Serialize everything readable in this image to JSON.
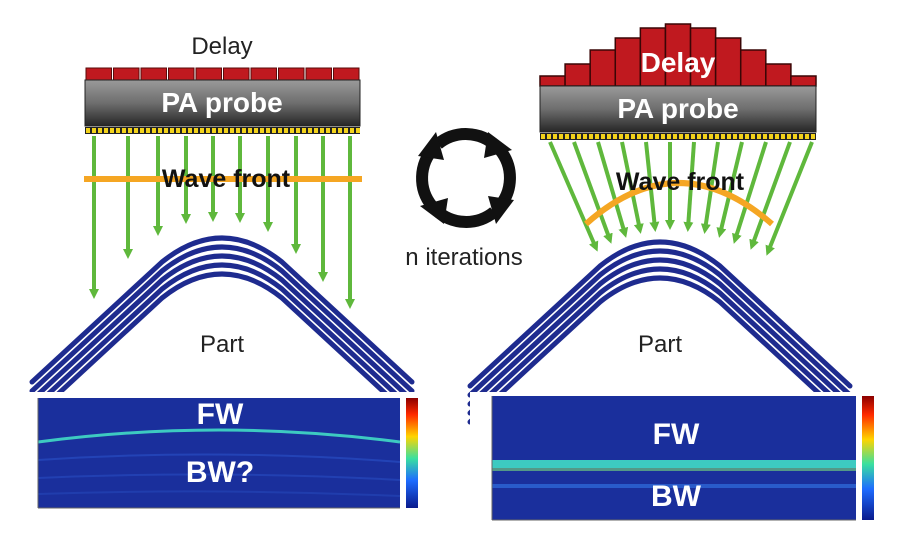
{
  "left": {
    "delay_label": "Delay",
    "probe_label": "PA probe",
    "wavefront_label": "Wave front",
    "part_label": "Part",
    "image": {
      "fw_label": "FW",
      "bw_label": "BW?"
    }
  },
  "center": {
    "iterations_label": "n iterations",
    "icon": "refresh-cycle-icon"
  },
  "right": {
    "delay_label": "Delay",
    "probe_label": "PA probe",
    "wavefront_label": "Wave front",
    "part_label": "Part",
    "image": {
      "fw_label": "FW",
      "bw_label": "BW"
    }
  },
  "colors": {
    "delay": "#c0191f",
    "probe_top": "#8a8a8a",
    "probe_bottom": "#2b2b2b",
    "elements": "#f2d21b",
    "ray": "#5fb83c",
    "wavefront": "#f5a623",
    "part": "#1e2b8f",
    "image_bg": "#1a2f9c",
    "echo": "#3fd3c3"
  }
}
